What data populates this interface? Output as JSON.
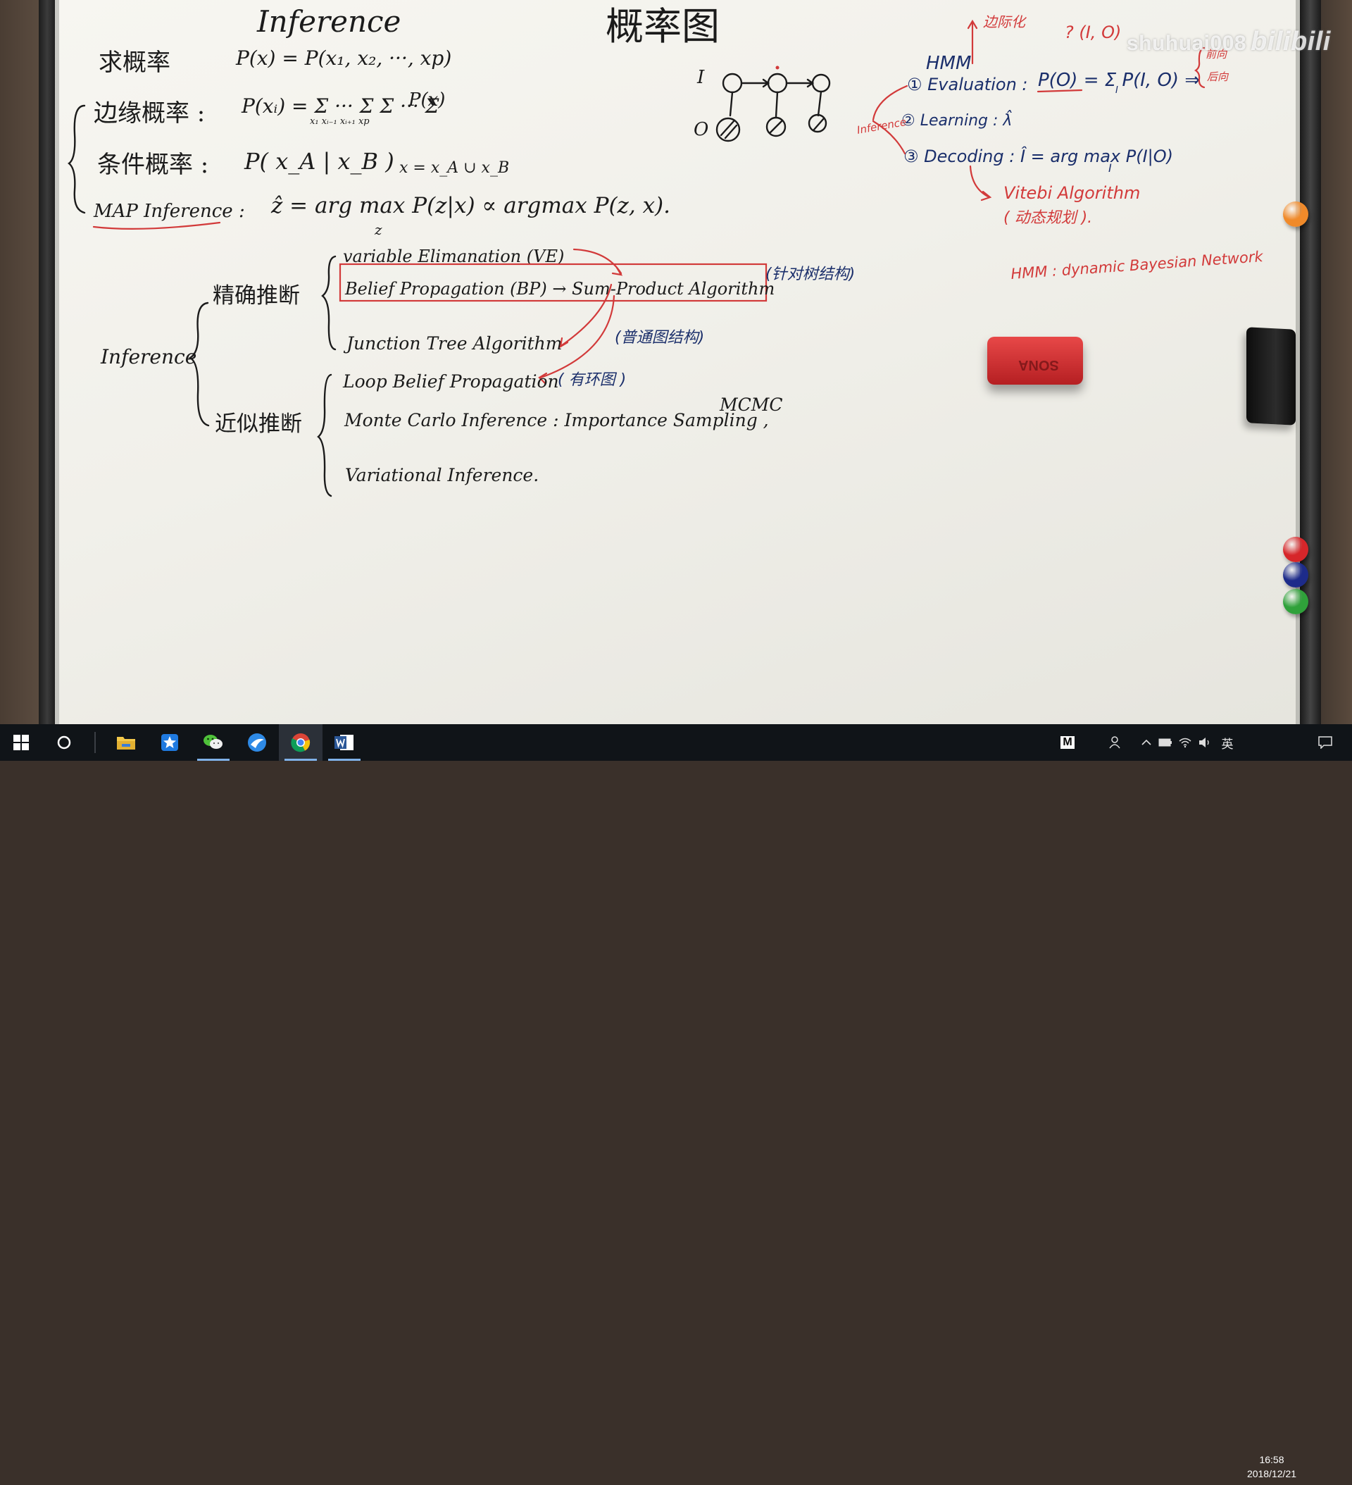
{
  "watermark": {
    "channel": "shuhuai008",
    "brand": "bilibili"
  },
  "board": {
    "title_left": "Inference",
    "title_center": "概率图",
    "rows": {
      "joint_label": "求概率",
      "joint_formula": "P(x) = P(x₁, x₂, ···, xp)",
      "marginal_label": "边缘概率 :",
      "marginal_formula_head": "P(xᵢ) = Σ ··· Σ Σ ··· Σ",
      "marginal_sub": "x₁   xᵢ₋₁ xᵢ₊₁   xp",
      "marginal_tail": "P(x)",
      "conditional_label": "条件概率 :",
      "conditional_formula": "P( x_A | x_B )",
      "conditional_note": "x = x_A ∪ x_B",
      "map_label": "MAP Inference :",
      "map_formula": "ẑ = arg max P(z|x)  ∝  argmax P(z, x).",
      "map_sub": "z"
    },
    "tree": {
      "root": "Inference",
      "exact_label": "精确推断",
      "approx_label": "近似推断",
      "exact_items": {
        "ve": "variable Elimanation (VE)",
        "bp": "Belief Propagation (BP) → Sum-Product Algorithm",
        "bp_note": "(针对树结构)",
        "jt": "Junction Tree Algorithm",
        "jt_note": "(普通图结构)"
      },
      "approx_items": {
        "lbp": "Loop Belief Propagation",
        "lbp_note": "( 有环图 )",
        "mc": "Monte Carlo Inference : Importance Sampling ,",
        "mcmc": "MCMC",
        "vi": "Variational Inference."
      }
    },
    "hmm": {
      "title": "HMM",
      "i_label": "I",
      "o_label": "O",
      "inference_tag": "Inference",
      "top_red_cn": "边际化",
      "top_red_q": "? (I, O)",
      "eval_label": "① Evaluation :",
      "eval_formula": "P(O) = Σ P(I, O) ⇒",
      "eval_sub": "I",
      "eval_brace_a": "前向",
      "eval_brace_b": "后向",
      "learn_label": "② Learning : λ̂",
      "decode_label": "③ Decoding : Î = arg max P(I|O)",
      "decode_sub": "I",
      "viterbi": "Vitebi Algorithm",
      "viterbi_cn": "( 动态规划 ).",
      "hmm_note": "HMM : dynamic Bayesian Network"
    },
    "eraser_logo": "SONA",
    "magnets": [
      "#f08a2a",
      "#d6262a",
      "#1d2b8a",
      "#2fa13a"
    ]
  },
  "taskbar": {
    "icons": [
      "windows-start-icon",
      "cortana-search-icon",
      "file-explorer-icon",
      "star-app-icon",
      "wechat-icon",
      "browser-icon",
      "chrome-icon",
      "word-icon"
    ],
    "tray_m": "M",
    "ime": "英",
    "time": "16:58",
    "date": "2018/12/21"
  }
}
